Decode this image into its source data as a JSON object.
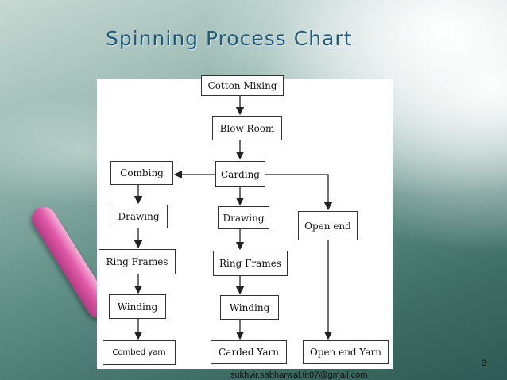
{
  "slide": {
    "title": "Spinning Process Chart",
    "page_number": "3",
    "footer_email": "sukhvir.sabharwal.tit07@gmail.com"
  },
  "flowchart": {
    "nodes": {
      "cotton_mixing": "Cotton Mixing",
      "blow_room": "Blow Room",
      "carding": "Carding",
      "combing": "Combing",
      "drawing_left": "Drawing",
      "ring_frames_left": "Ring Frames",
      "winding_left": "Winding",
      "combed_yarn": "Combed yarn",
      "drawing_mid": "Drawing",
      "ring_frames_mid": "Ring Frames",
      "winding_mid": "Winding",
      "carded_yarn": "Carded Yarn",
      "open_end": "Open end",
      "open_end_yarn": "Open end Yarn"
    }
  }
}
